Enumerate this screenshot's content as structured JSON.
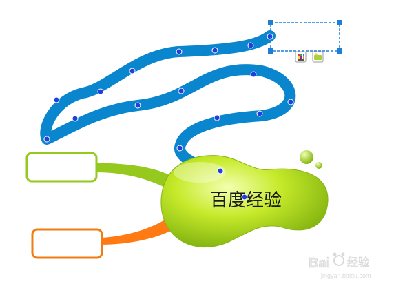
{
  "central_topic": {
    "label": "百度经验",
    "color": "#b9e21a"
  },
  "branch_colors": {
    "top": "#95c91e",
    "bottom": "#ff7a12"
  },
  "relationship_line": {
    "color": "#0a86cf",
    "handle_color": "#1f3fe0"
  },
  "selection_box": {
    "color": "#1e7fd8",
    "icons": [
      "palette-icon",
      "image-icon"
    ]
  },
  "watermark": {
    "brand": "Bai",
    "brand2": "经验",
    "url": "jingyan.baidu.com"
  }
}
